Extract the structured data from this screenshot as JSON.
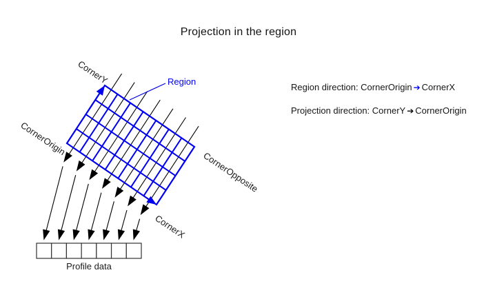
{
  "title": "Projection in the region",
  "palette": {
    "region_blue": "#0000f0",
    "line_black": "#000000"
  },
  "diagram": {
    "region_label": "Region",
    "corner_y": "CornerY",
    "corner_origin": "CornerOrigin",
    "corner_opposite": "CornerOpposite",
    "corner_x": "CornerX",
    "profile_label": "Profile data",
    "grid_columns": 7,
    "grid_rows": 4,
    "profile_cells": 7,
    "projection_arrow_count": 7
  },
  "legend": {
    "region_direction": {
      "prefix": "Region direction: ",
      "from": "CornerOrigin",
      "arrow": "➔",
      "to": "CornerX"
    },
    "projection_direction": {
      "prefix": "Projection direction: ",
      "from": "CornerY",
      "arrow": "➔",
      "to": "CornerOrigin"
    }
  }
}
